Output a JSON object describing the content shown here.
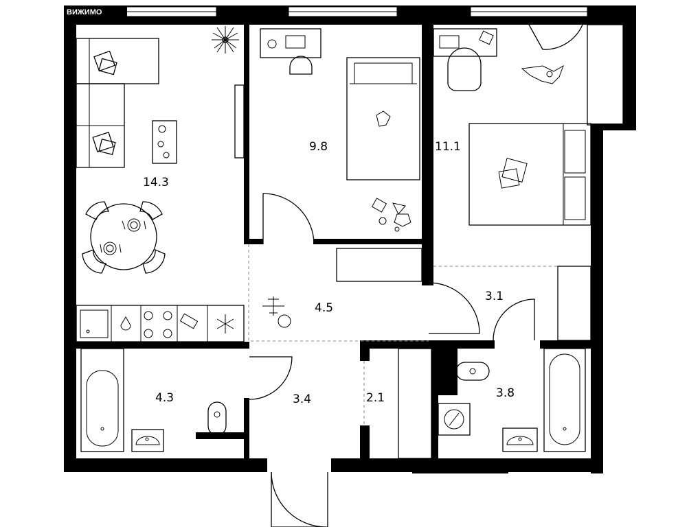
{
  "watermark": "ВИЖИМО",
  "rooms": [
    {
      "id": "living",
      "area": "14.3"
    },
    {
      "id": "bedroom-small",
      "area": "9.8"
    },
    {
      "id": "bedroom-large",
      "area": "11.1"
    },
    {
      "id": "hall",
      "area": "4.5"
    },
    {
      "id": "corridor",
      "area": "3.1"
    },
    {
      "id": "bathroom-left",
      "area": "4.3"
    },
    {
      "id": "entrance",
      "area": "3.4"
    },
    {
      "id": "closet",
      "area": "2.1"
    },
    {
      "id": "bathroom-right",
      "area": "3.8"
    }
  ]
}
